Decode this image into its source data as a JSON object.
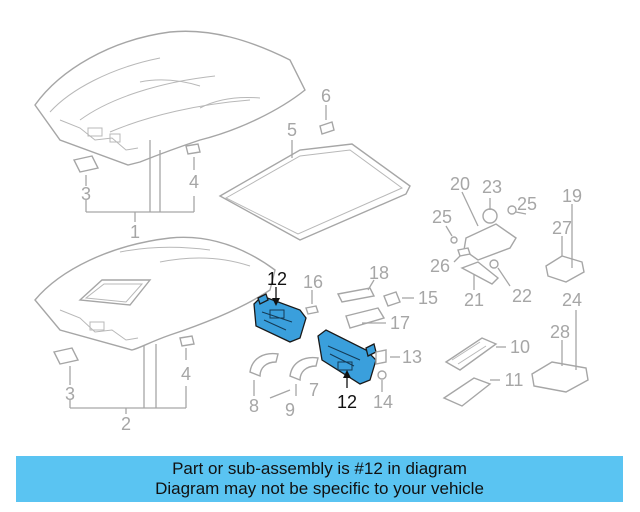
{
  "diagram": {
    "callouts": [
      {
        "id": "c1",
        "text": "1"
      },
      {
        "id": "c2",
        "text": "2"
      },
      {
        "id": "c3a",
        "text": "3"
      },
      {
        "id": "c3b",
        "text": "3"
      },
      {
        "id": "c4a",
        "text": "4"
      },
      {
        "id": "c4b",
        "text": "4"
      },
      {
        "id": "c5",
        "text": "5"
      },
      {
        "id": "c6",
        "text": "6"
      },
      {
        "id": "c7",
        "text": "7"
      },
      {
        "id": "c8",
        "text": "8"
      },
      {
        "id": "c9",
        "text": "9"
      },
      {
        "id": "c10",
        "text": "10"
      },
      {
        "id": "c11",
        "text": "11"
      },
      {
        "id": "c12a",
        "text": "12"
      },
      {
        "id": "c12b",
        "text": "12"
      },
      {
        "id": "c13",
        "text": "13"
      },
      {
        "id": "c14",
        "text": "14"
      },
      {
        "id": "c15",
        "text": "15"
      },
      {
        "id": "c16",
        "text": "16"
      },
      {
        "id": "c17",
        "text": "17"
      },
      {
        "id": "c18",
        "text": "18"
      },
      {
        "id": "c19",
        "text": "19"
      },
      {
        "id": "c20",
        "text": "20"
      },
      {
        "id": "c21",
        "text": "21"
      },
      {
        "id": "c22",
        "text": "22"
      },
      {
        "id": "c23",
        "text": "23"
      },
      {
        "id": "c24",
        "text": "24"
      },
      {
        "id": "c25a",
        "text": "25"
      },
      {
        "id": "c25b",
        "text": "25"
      },
      {
        "id": "c26",
        "text": "26"
      },
      {
        "id": "c27",
        "text": "27"
      },
      {
        "id": "c28",
        "text": "28"
      }
    ],
    "highlight_color": "#3a9fdc",
    "line_color": "#a6a6a6"
  },
  "banner": {
    "line1": "Part or sub-assembly is #12 in diagram",
    "line2": "Diagram may not be specific to your vehicle",
    "background": "#5ac4f2"
  }
}
